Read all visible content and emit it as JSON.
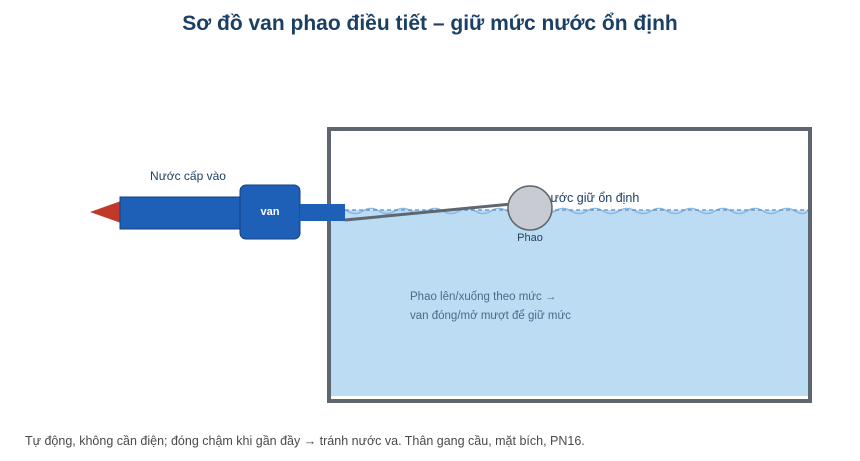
{
  "title": "Sơ đồ van phao điều tiết – giữ mức nước ổn định",
  "inlet_label": "Nước cấp vào",
  "valve_label": "van",
  "water_level_label": "Mực nước giữ ổn định",
  "float_label": "Phao",
  "note_line1": "Phao lên/xuống theo mức →",
  "note_line2": "van đóng/mở mượt để giữ mức",
  "caption": "Tự động, không cần điện; đóng chậm khi gần đầy → tránh nước va. Thân gang cầu, mặt bích, PN16.",
  "colors": {
    "title": "#1c3f66",
    "pipe": "#1e5fb8",
    "arrow": "#c0392b",
    "water": "#bcdcf4",
    "tank_border": "#5f6670",
    "water_line": "#5b8fc7",
    "float": "#c8cbd2",
    "lever": "#5f6670"
  }
}
